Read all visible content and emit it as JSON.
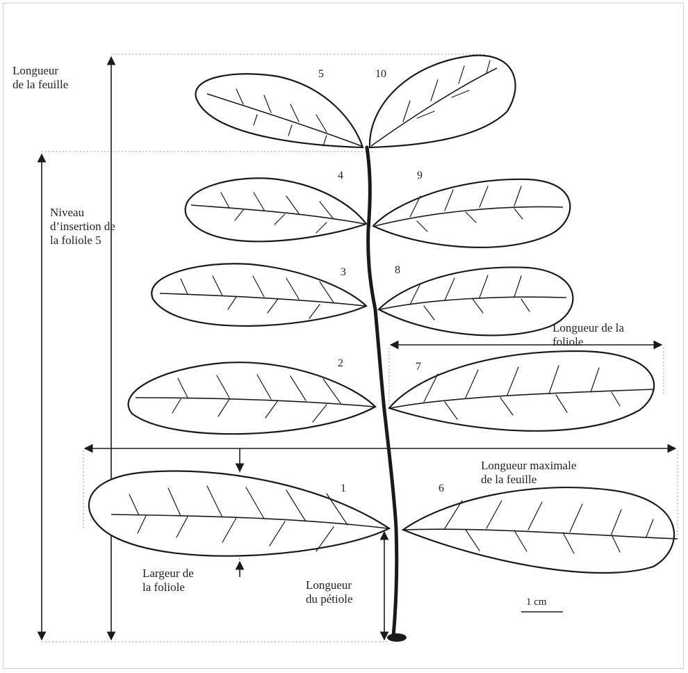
{
  "labels": {
    "longueur_feuille": "Longueur\nde la feuille",
    "niveau_insertion": "Niveau\nd’insertion  de\nla foliole 5",
    "longueur_foliole": "Longueur de la\nfoliole",
    "longueur_maximale": "Longueur maximale\nde la feuille",
    "largeur_foliole": "Largeur de\nla foliole",
    "longueur_petiole": "Longueur\ndu pétiole",
    "scale": "1 cm"
  },
  "leaflet_numbers": {
    "n1": "1",
    "n2": "2",
    "n3": "3",
    "n4": "4",
    "n5": "5",
    "n6": "6",
    "n7": "7",
    "n8": "8",
    "n9": "9",
    "n10": "10"
  },
  "colors": {
    "ink": "#1a1a1a",
    "guide": "#9a9a9a"
  }
}
